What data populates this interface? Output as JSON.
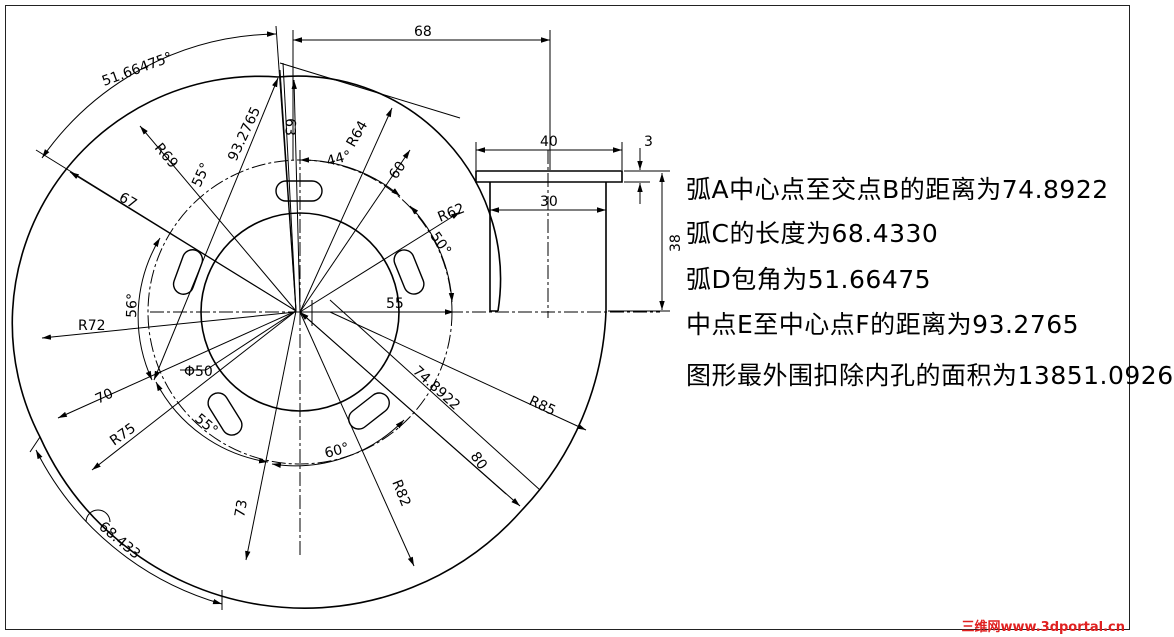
{
  "dimensions": {
    "d68": "68",
    "d40": "40",
    "d3": "3",
    "d30": "30",
    "d38": "38",
    "arc_angle": "51.66475°",
    "r69": "R69",
    "a55_top": "55°",
    "d93": "93.2765",
    "d63": "63",
    "a44": "44°",
    "r64": "R64",
    "d60": "60",
    "r62": "R62",
    "a50": "50°",
    "d55": "55",
    "d67": "67",
    "a56": "56°",
    "r72": "R72",
    "phi50": "Φ50",
    "d70": "70",
    "r75": "R75",
    "a55_bottom": "55°",
    "a60": "60°",
    "d74": "74.8922",
    "r85": "R85",
    "d80": "80",
    "r82": "R82",
    "d73": "73",
    "arc_len": "68.433"
  },
  "notes": [
    "弧A中心点至交点B的距离为74.8922",
    "弧C的长度为68.4330",
    "弧D包角为51.66475",
    "中点E至中心点F的距离为93.2765",
    "图形最外围扣除内孔的面积为13851.0926"
  ],
  "watermark": "三维网www.3dportal.cn",
  "colors": {
    "line": "#000000",
    "watermark": "#e02020"
  }
}
